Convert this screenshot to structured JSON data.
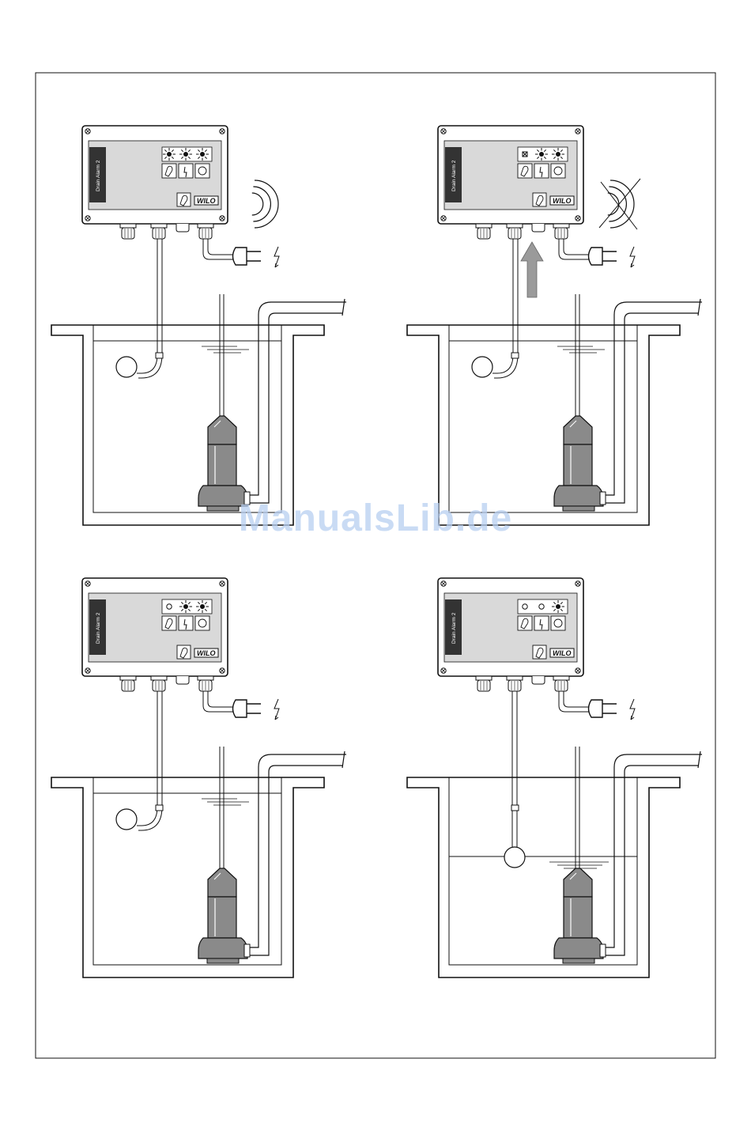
{
  "device": {
    "label": "Drain Alarm 2",
    "brand": "WILO"
  },
  "watermark": "ManualsLib.de",
  "panels": [
    {
      "name": "top-left",
      "leds": [
        "blink",
        "blink",
        "blink"
      ],
      "buzzer": "on",
      "reset_arrow": false,
      "water": "high",
      "float": "tilted"
    },
    {
      "name": "top-right",
      "leds": [
        "muted",
        "blink",
        "blink"
      ],
      "buzzer": "off",
      "reset_arrow": true,
      "water": "high",
      "float": "tilted"
    },
    {
      "name": "bottom-left",
      "leds": [
        "off",
        "blink",
        "blink"
      ],
      "buzzer": "none",
      "reset_arrow": false,
      "water": "high",
      "float": "tilted"
    },
    {
      "name": "bottom-right",
      "leds": [
        "off",
        "off",
        "blink"
      ],
      "buzzer": "none",
      "reset_arrow": false,
      "water": "low",
      "float": "hanging"
    }
  ],
  "colors": {
    "line": "#111111",
    "panel_face": "#d9d9d9",
    "label_strip": "#333333",
    "pump": "#8a8a8a",
    "arrow": "#9a9a9a",
    "watermark": "#b8cff1"
  }
}
